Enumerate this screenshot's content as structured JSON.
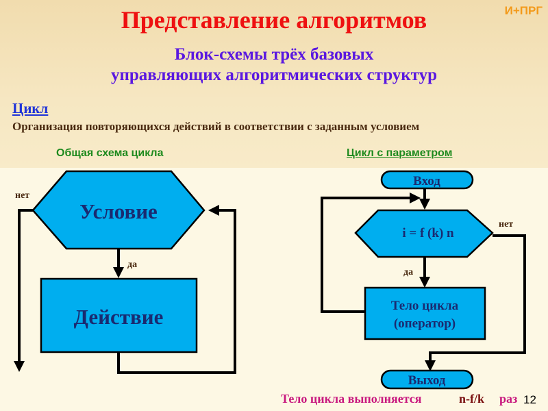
{
  "header": {
    "title": "Представление алгоритмов",
    "tag": "И+ПРГ",
    "subtitle_line1": "Блок-схемы трёх базовых",
    "subtitle_line2": "управляющих алгоритмических структур"
  },
  "section": {
    "heading": "Цикл",
    "description": "Организация повторяющихся действий в соответствии с заданным условием"
  },
  "left_diagram": {
    "caption": "Общая схема цикла",
    "condition": "Условие",
    "action": "Действие",
    "yes": "да",
    "no": "нет"
  },
  "right_diagram": {
    "caption": "Цикл с параметром",
    "entry": "Вход",
    "condition": "i = f (k) n",
    "body_line1": "Тело цикла",
    "body_line2": "(оператор)",
    "exit": "Выход",
    "yes": "да",
    "no": "нет"
  },
  "footer": {
    "text1": "Тело цикла выполняется",
    "formula": "n-f/k",
    "text2": "раз",
    "page_number": "12"
  },
  "colors": {
    "block_fill": "#00aeef",
    "block_text": "#1a2a70"
  }
}
